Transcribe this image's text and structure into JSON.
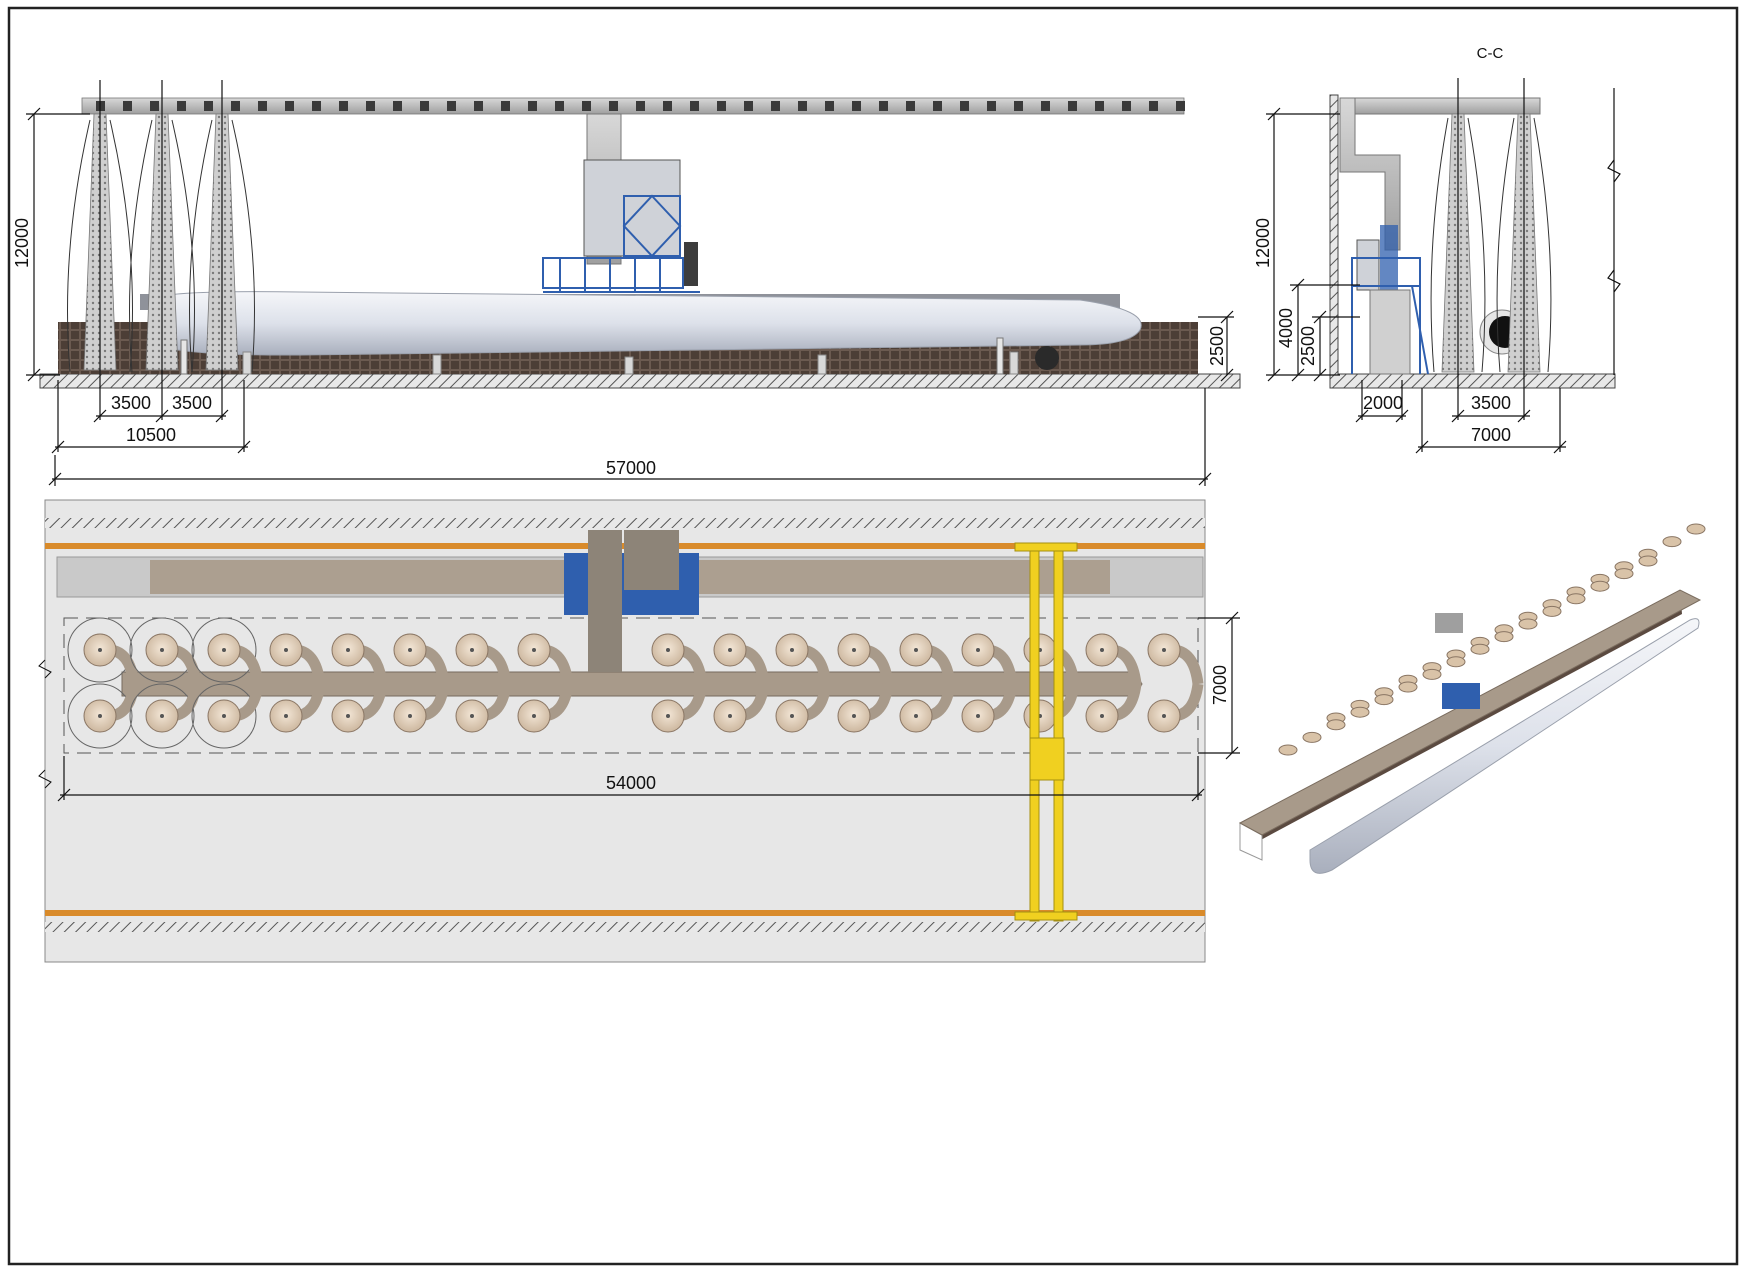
{
  "drawing": {
    "section_label": "C-C",
    "dimensions": {
      "elev_height": "12000",
      "elev_spacing_1": "3500",
      "elev_spacing_2": "3500",
      "elev_span_group": "10500",
      "elev_total_length": "57000",
      "elev_side_height": "2500",
      "plan_width": "7000",
      "plan_length": "54000",
      "sec_height": "12000",
      "sec_platform_height": "4000",
      "sec_lower_height": "2500",
      "sec_booth_width": "2000",
      "sec_spacing": "3500",
      "sec_width": "7000"
    }
  },
  "colors": {
    "ink": "#111111",
    "duct_gray": "#b9b9b9",
    "blade": "#e4e7ee",
    "structure_blue": "#2f5fae",
    "hood_tan": "#e6d2bc",
    "duct_brown": "#a89a8a",
    "mat_brown": "#5b4a40",
    "crane_yellow": "#f0d020",
    "rail_orange": "#d98b2b",
    "floor": "#dcdcdc"
  }
}
